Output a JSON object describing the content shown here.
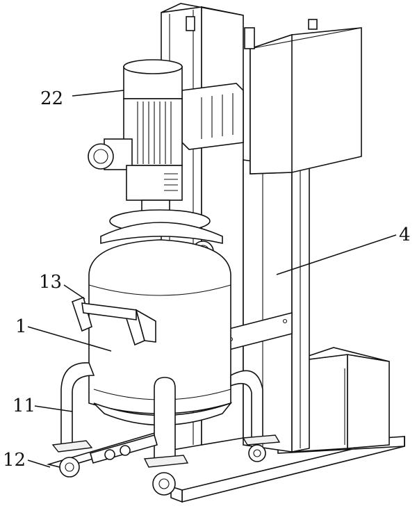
{
  "labels": [
    {
      "text": "22"
    },
    {
      "text": "13"
    },
    {
      "text": "1"
    },
    {
      "text": "11"
    },
    {
      "text": "12"
    },
    {
      "text": "4"
    }
  ]
}
